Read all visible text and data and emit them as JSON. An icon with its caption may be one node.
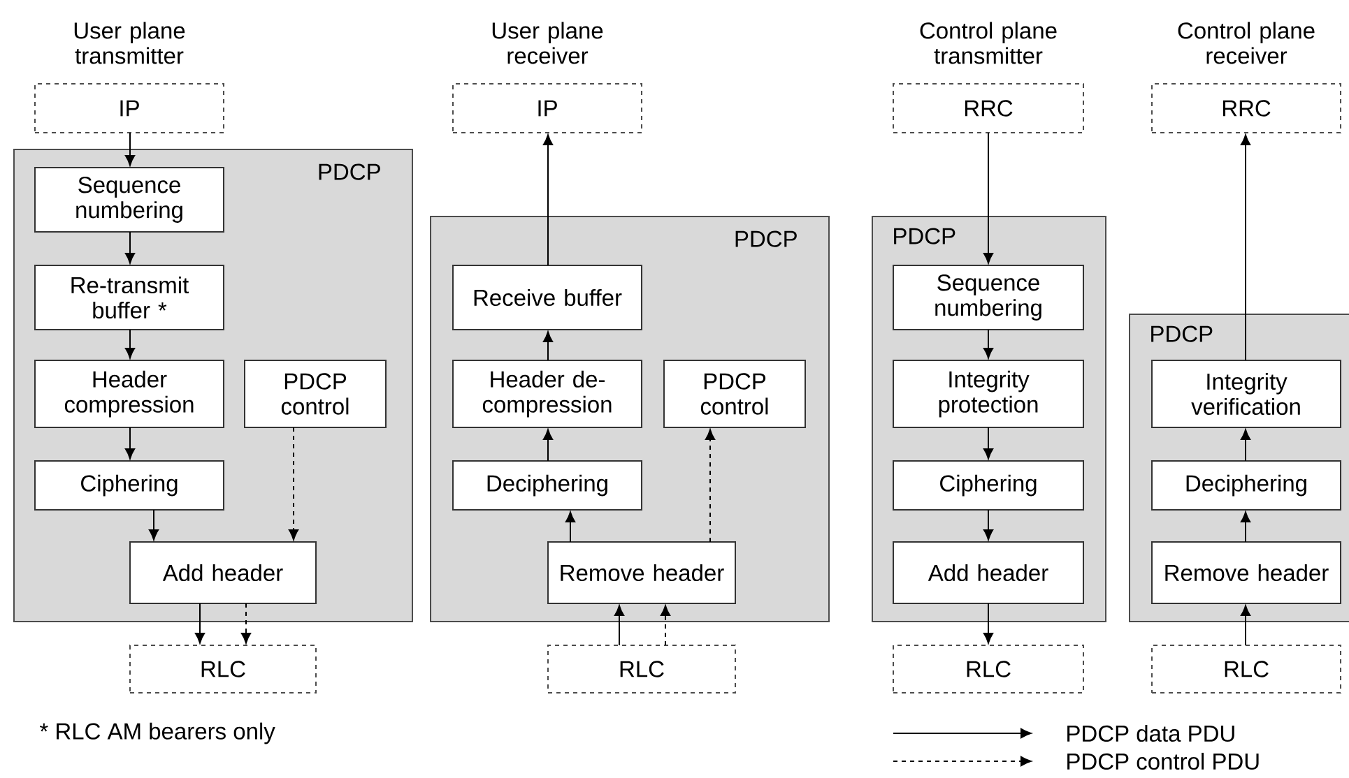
{
  "diagram": {
    "nodes": [
      {
        "text": [
          "IP"
        ],
        "beside": [
          "User plane transmitter"
        ]
      },
      {
        "text": [
          "PDCP"
        ]
      },
      {
        "text": [
          "Sequence numbering"
        ],
        "in": 1
      },
      {
        "text": [
          "Re-transmit buffer *"
        ],
        "in": 1
      },
      {
        "text": [
          "Header compression"
        ],
        "in": 1
      },
      {
        "text": [
          "PDCP control"
        ],
        "in": 1
      },
      {
        "text": [
          "Ciphering"
        ],
        "in": 1
      },
      {
        "text": [
          "Add header"
        ],
        "in": 1
      },
      {
        "text": [
          "RLC"
        ]
      },
      {
        "text": [
          "IP"
        ],
        "beside": [
          "User plane receiver"
        ]
      },
      {
        "text": [
          "PDCP"
        ]
      },
      {
        "text": [
          "Receive buffer"
        ],
        "in": 10
      },
      {
        "text": [
          "Header de- compression"
        ],
        "in": 10
      },
      {
        "text": [
          "PDCP control"
        ],
        "in": 10
      },
      {
        "text": [
          "Deciphering"
        ],
        "in": 10
      },
      {
        "text": [
          "Remove header"
        ],
        "in": 10
      },
      {
        "text": [
          "RLC"
        ]
      },
      {
        "text": [
          "RRC"
        ],
        "beside": [
          "Control plane transmitter"
        ]
      },
      {
        "text": [
          "PDCP"
        ]
      },
      {
        "text": [
          "Sequence numbering"
        ],
        "in": 18
      },
      {
        "text": [
          "Integrity protection"
        ],
        "in": 18
      },
      {
        "text": [
          "Ciphering"
        ],
        "in": 18
      },
      {
        "text": [
          "Add header"
        ],
        "in": 18
      },
      {
        "text": [
          "RLC"
        ]
      },
      {
        "text": [
          "RRC"
        ],
        "beside": [
          "Control plane receiver"
        ]
      },
      {
        "text": [
          "PDCP"
        ]
      },
      {
        "text": [
          "Integrity verification"
        ],
        "in": 25
      },
      {
        "text": [
          "Deciphering"
        ],
        "in": 25
      },
      {
        "text": [
          "Remove header"
        ],
        "in": 25
      },
      {
        "text": [
          "RLC"
        ]
      }
    ],
    "edges": [
      {
        "from": 0,
        "to": 2,
        "arrow": "to"
      },
      {
        "from": 2,
        "to": 3,
        "arrow": "to"
      },
      {
        "from": 3,
        "to": 4,
        "arrow": "to"
      },
      {
        "from": 4,
        "to": 6,
        "arrow": "to"
      },
      {
        "from": 6,
        "to": 7,
        "arrow": "to"
      },
      {
        "from": 5,
        "to": 7,
        "arrow": "to",
        "style": "dashed"
      },
      {
        "from": 7,
        "to": 8,
        "arrow": "to"
      },
      {
        "from": 7,
        "to": 8,
        "arrow": "to",
        "style": "dashed"
      },
      {
        "from": 11,
        "to": 9,
        "arrow": "to"
      },
      {
        "from": 12,
        "to": 11,
        "arrow": "to"
      },
      {
        "from": 14,
        "to": 12,
        "arrow": "to"
      },
      {
        "from": 15,
        "to": 14,
        "arrow": "to"
      },
      {
        "from": 15,
        "to": 13,
        "arrow": "to",
        "style": "dashed"
      },
      {
        "from": 16,
        "to": 15,
        "arrow": "to"
      },
      {
        "from": 16,
        "to": 15,
        "arrow": "to",
        "style": "dashed"
      },
      {
        "from": 17,
        "to": 19,
        "arrow": "to"
      },
      {
        "from": 19,
        "to": 20,
        "arrow": "to"
      },
      {
        "from": 20,
        "to": 21,
        "arrow": "to"
      },
      {
        "from": 21,
        "to": 22,
        "arrow": "to"
      },
      {
        "from": 22,
        "to": 23,
        "arrow": "to"
      },
      {
        "from": 26,
        "to": 24,
        "arrow": "to"
      },
      {
        "from": 27,
        "to": 26,
        "arrow": "to"
      },
      {
        "from": 28,
        "to": 27,
        "arrow": "to"
      },
      {
        "from": 29,
        "to": 28,
        "arrow": "to"
      }
    ],
    "labels": [
      "* RLC AM bearers only"
    ],
    "legend": [
      {
        "text": "PDCP data PDU"
      },
      {
        "text": "PDCP control PDU"
      }
    ]
  }
}
